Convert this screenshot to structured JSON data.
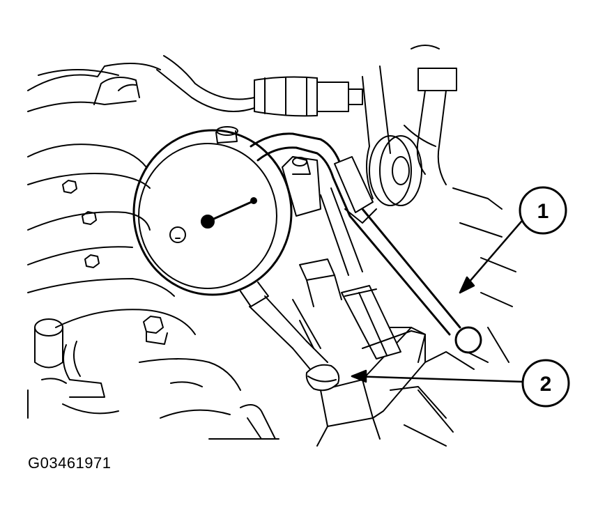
{
  "callouts": {
    "one": "1",
    "two": "2"
  },
  "figure_code": "G03461971",
  "colors": {
    "line": "#000000",
    "background": "#ffffff"
  }
}
